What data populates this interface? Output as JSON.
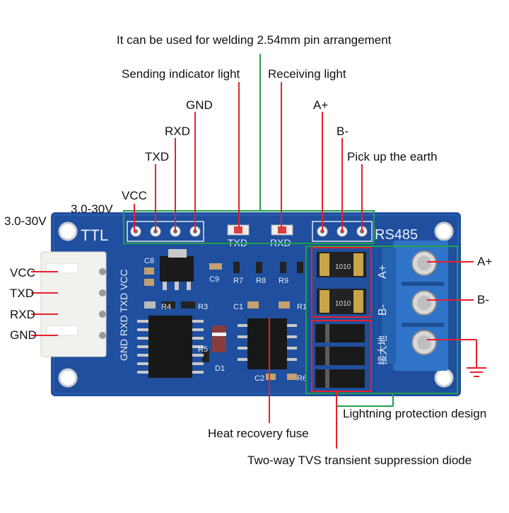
{
  "top_labels": {
    "pin_arrangement": "It can be used for welding 2.54mm pin arrangement",
    "sending_light": "Sending indicator light",
    "receiving_light": "Receiving light",
    "gnd": "GND",
    "rxd": "RXD",
    "txd": "TXD",
    "vcc": "VCC",
    "voltage_left": "3.0-30V",
    "voltage_top": "3.0-30V",
    "a_plus": "A+",
    "b_minus": "B-",
    "earth": "Pick up the earth"
  },
  "left_pins": [
    "VCC",
    "TXD",
    "RXD",
    "GND"
  ],
  "right_labels": {
    "a_plus": "A+",
    "b_minus": "B-"
  },
  "bottom_labels": {
    "lightning": "Lightning protection design",
    "fuse": "Heat recovery fuse",
    "tvs": "Two-way TVS transient suppression diode"
  },
  "board": {
    "ttl": "TTL",
    "rs485": "RS485",
    "txd_led": "TXD",
    "rxd_led": "RXD",
    "vertical_left": "GND RXD TXD VCC",
    "vertical_right_a": "A+",
    "vertical_right_b": "B-",
    "earth_cn": "接大地",
    "fuse_code": "1010",
    "components": [
      "C8",
      "C9",
      "R7",
      "R8",
      "R9",
      "R4",
      "R3",
      "C1",
      "R1",
      "R5",
      "D1",
      "C2",
      "R6"
    ]
  },
  "colors": {
    "pcb": "#1f4f9e",
    "terminal": "#2f74c8",
    "pointer_red": "#e8202a",
    "pointer_green": "#22a04a"
  }
}
